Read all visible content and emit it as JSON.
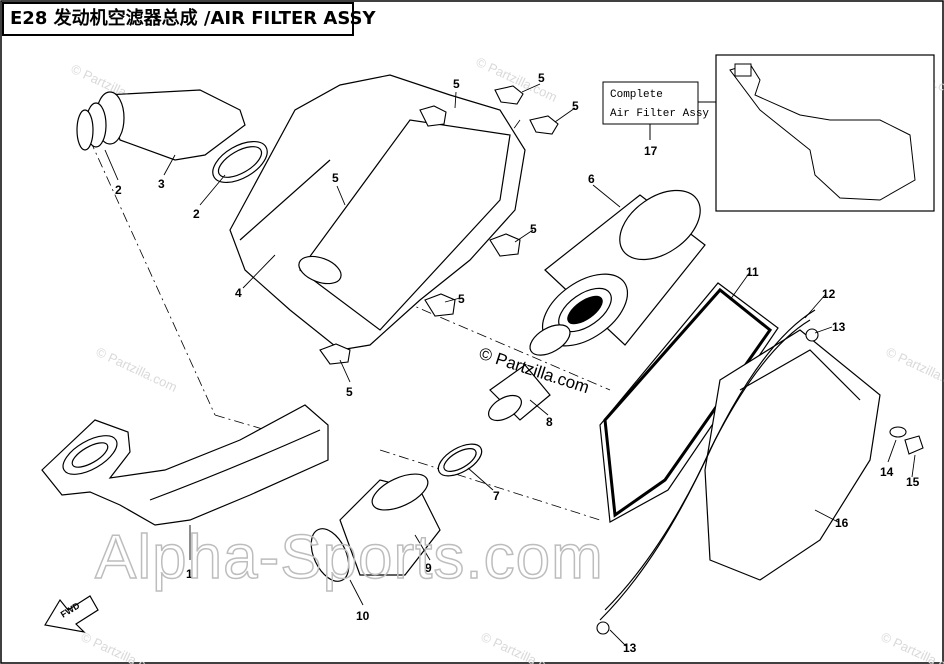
{
  "title": "E28 发动机空滤器总成 /AIR FILTER ASSY",
  "watermark_main": "Alpha-Sports.com",
  "watermark_center": "© Partzilla.com",
  "watermark_tile": "© Partzilla.com",
  "complete_label_line1": "Complete",
  "complete_label_line2": "Air Filter Assy",
  "fwd_label": "FWD",
  "callouts": [
    {
      "id": "c1",
      "text": "1"
    },
    {
      "id": "c2a",
      "text": "2"
    },
    {
      "id": "c2b",
      "text": "2"
    },
    {
      "id": "c3",
      "text": "3"
    },
    {
      "id": "c4",
      "text": "4"
    },
    {
      "id": "c5a",
      "text": "5"
    },
    {
      "id": "c5b",
      "text": "5"
    },
    {
      "id": "c5c",
      "text": "5"
    },
    {
      "id": "c5d",
      "text": "5"
    },
    {
      "id": "c5e",
      "text": "5"
    },
    {
      "id": "c5f",
      "text": "5"
    },
    {
      "id": "c5g",
      "text": "5"
    },
    {
      "id": "c6",
      "text": "6"
    },
    {
      "id": "c7",
      "text": "7"
    },
    {
      "id": "c8",
      "text": "8"
    },
    {
      "id": "c9",
      "text": "9"
    },
    {
      "id": "c10",
      "text": "10"
    },
    {
      "id": "c11",
      "text": "11"
    },
    {
      "id": "c12",
      "text": "12"
    },
    {
      "id": "c13a",
      "text": "13"
    },
    {
      "id": "c13b",
      "text": "13"
    },
    {
      "id": "c14",
      "text": "14"
    },
    {
      "id": "c15",
      "text": "15"
    },
    {
      "id": "c16",
      "text": "16"
    },
    {
      "id": "c17",
      "text": "17"
    }
  ]
}
